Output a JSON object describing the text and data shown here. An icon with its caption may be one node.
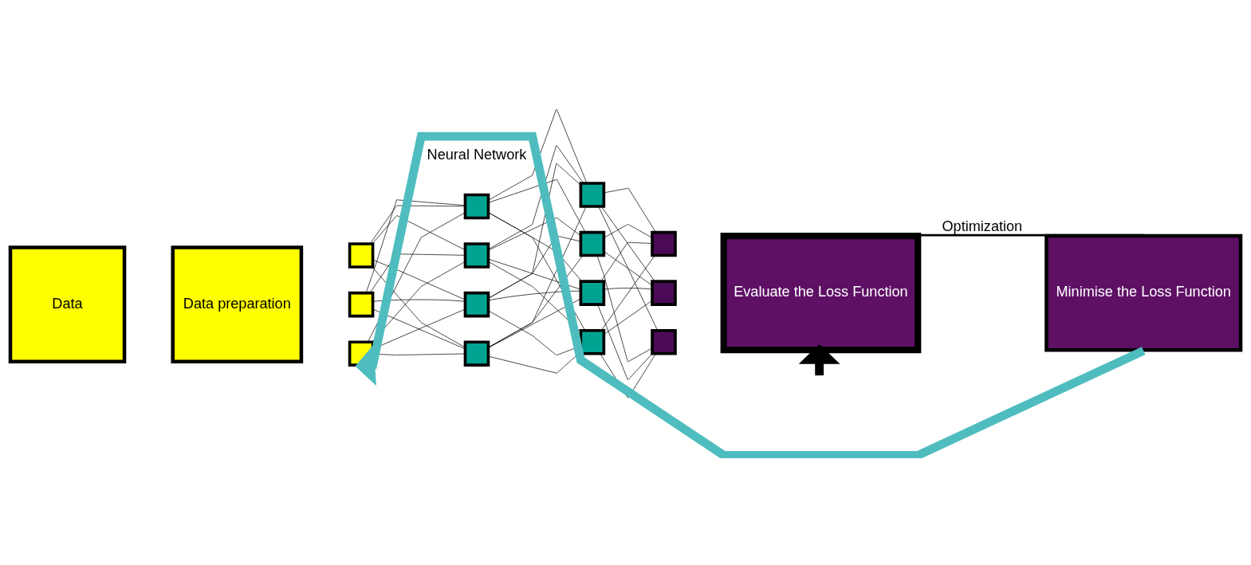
{
  "diagram": {
    "nodes": [
      {
        "text": [
          "Data"
        ]
      },
      {
        "text": [
          "Data preparation"
        ]
      },
      {
        "text": [],
        "shape": "box"
      },
      {
        "text": [],
        "shape": "box"
      },
      {
        "text": [],
        "shape": "box"
      },
      {
        "text": [],
        "shape": "box"
      },
      {
        "text": [],
        "shape": "box"
      },
      {
        "text": [],
        "shape": "box"
      },
      {
        "text": [],
        "shape": "box"
      },
      {
        "text": [],
        "shape": "box"
      },
      {
        "text": [],
        "shape": "box"
      },
      {
        "text": [],
        "shape": "box"
      },
      {
        "text": [],
        "shape": "box"
      },
      {
        "text": [],
        "shape": "box"
      },
      {
        "text": [],
        "shape": "box"
      },
      {
        "text": [],
        "shape": "box"
      },
      {
        "text": [
          "Evaluate the Loss Function"
        ]
      },
      {
        "text": [
          "Minimise the Loss Function"
        ]
      }
    ],
    "edges": [
      {
        "from": 2,
        "to": 5,
        "arrow": "none"
      },
      {
        "from": 2,
        "to": 6,
        "arrow": "none"
      },
      {
        "from": 2,
        "to": 7,
        "arrow": "none"
      },
      {
        "from": 2,
        "to": 8,
        "arrow": "none"
      },
      {
        "from": 3,
        "to": 5,
        "arrow": "none"
      },
      {
        "from": 3,
        "to": 6,
        "arrow": "none"
      },
      {
        "from": 3,
        "to": 7,
        "arrow": "none"
      },
      {
        "from": 3,
        "to": 8,
        "arrow": "none"
      },
      {
        "from": 4,
        "to": 5,
        "arrow": "none"
      },
      {
        "from": 4,
        "to": 6,
        "arrow": "none"
      },
      {
        "from": 4,
        "to": 7,
        "arrow": "none"
      },
      {
        "from": 4,
        "to": 8,
        "arrow": "none"
      },
      {
        "from": 5,
        "to": 9,
        "arrow": "none"
      },
      {
        "from": 5,
        "to": 10,
        "arrow": "none"
      },
      {
        "from": 5,
        "to": 11,
        "arrow": "none"
      },
      {
        "from": 5,
        "to": 12,
        "arrow": "none"
      },
      {
        "from": 6,
        "to": 9,
        "arrow": "none"
      },
      {
        "from": 6,
        "to": 10,
        "arrow": "none"
      },
      {
        "from": 6,
        "to": 11,
        "arrow": "none"
      },
      {
        "from": 6,
        "to": 12,
        "arrow": "none"
      },
      {
        "from": 7,
        "to": 9,
        "arrow": "none"
      },
      {
        "from": 7,
        "to": 10,
        "arrow": "none"
      },
      {
        "from": 7,
        "to": 11,
        "arrow": "none"
      },
      {
        "from": 7,
        "to": 12,
        "arrow": "none"
      },
      {
        "from": 8,
        "to": 9,
        "arrow": "none"
      },
      {
        "from": 8,
        "to": 10,
        "arrow": "none"
      },
      {
        "from": 8,
        "to": 11,
        "arrow": "none"
      },
      {
        "from": 8,
        "to": 12,
        "arrow": "none"
      },
      {
        "from": 9,
        "to": 13,
        "arrow": "none"
      },
      {
        "from": 9,
        "to": 14,
        "arrow": "none"
      },
      {
        "from": 9,
        "to": 15,
        "arrow": "none"
      },
      {
        "from": 10,
        "to": 13,
        "arrow": "none"
      },
      {
        "from": 10,
        "to": 14,
        "arrow": "none"
      },
      {
        "from": 10,
        "to": 15,
        "arrow": "none"
      },
      {
        "from": 11,
        "to": 13,
        "arrow": "none"
      },
      {
        "from": 11,
        "to": 14,
        "arrow": "none"
      },
      {
        "from": 11,
        "to": 15,
        "arrow": "none"
      },
      {
        "from": 12,
        "to": 13,
        "arrow": "none"
      },
      {
        "from": 12,
        "to": 14,
        "arrow": "none"
      },
      {
        "from": 12,
        "to": 15,
        "arrow": "none"
      },
      {
        "from": 16,
        "to": 17,
        "arrow": "none",
        "label": "Optimization"
      },
      {
        "from": 17,
        "to": 4,
        "arrow": "to",
        "style": "thick",
        "color": "#4fbdbf"
      },
      {
        "from": null,
        "to": 16,
        "arrow": "to",
        "style": "thick"
      }
    ],
    "labels": [
      "Neural Network"
    ]
  }
}
